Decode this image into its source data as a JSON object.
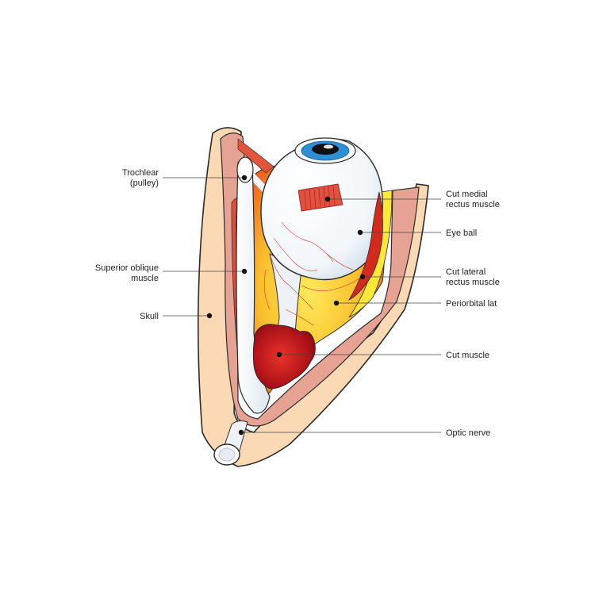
{
  "labels": {
    "trochlear_line1": "Trochlear",
    "trochlear_line2": "(pulley)",
    "superior_oblique_line1": "Superior oblique",
    "superior_oblique_line2": "muscle",
    "skull": "Skull",
    "cut_medial_line1": "Cut medial",
    "cut_medial_line2": "rectus muscle",
    "eye_ball": "Eye ball",
    "cut_lateral_line1": "Cut lateral",
    "cut_lateral_line2": "rectus muscle",
    "periorbital": "Periorbital lat",
    "cut_muscle": "Cut muscle",
    "optic_nerve": "Optic nerve"
  },
  "colors": {
    "skull": "#fad9b4",
    "outline": "#2b2b2b",
    "periosteum": "#e6a394",
    "muscle": "#d42a1e",
    "fat_yellow": "#ffe83a",
    "fat_orange": "#f7a21f",
    "iris": "#2e8fd3",
    "tendon": "#ffffff"
  }
}
